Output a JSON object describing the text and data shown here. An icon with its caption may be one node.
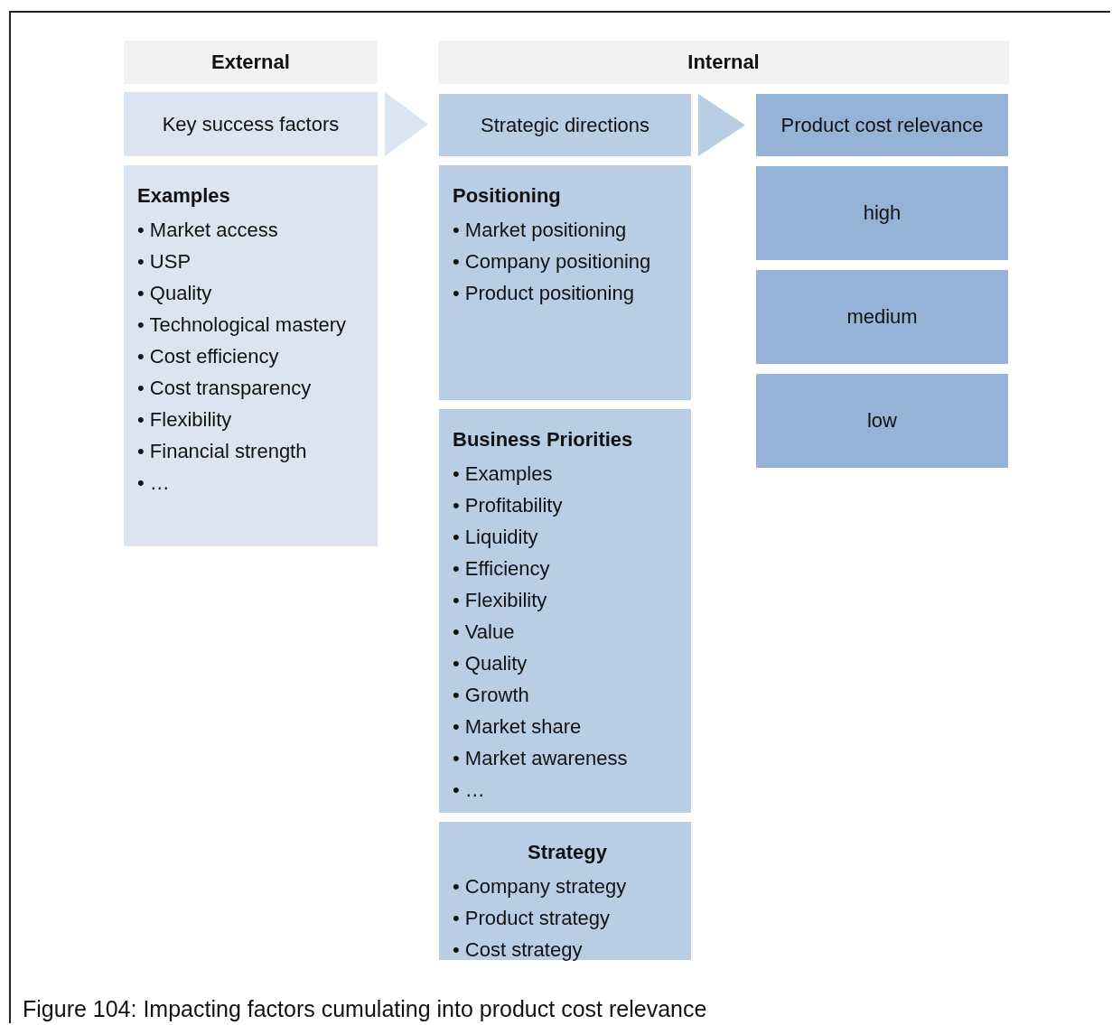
{
  "diagram": {
    "caption": "Figure 104: Impacting factors cumulating into product cost relevance",
    "nodes": [
      {
        "text": [
          "External"
        ]
      },
      {
        "text": [
          "Internal"
        ]
      },
      {
        "text": [
          "Key success factors"
        ]
      },
      {
        "text": [
          "Examples",
          "• Market access",
          "• USP",
          "• Quality",
          "• Technological mastery",
          "• Cost efficiency",
          "• Cost transparency",
          "• Flexibility",
          "• Financial strength",
          "• …"
        ]
      },
      {
        "text": [
          "Strategic directions"
        ]
      },
      {
        "text": [
          "Positioning",
          "• Market positioning",
          "• Company positioning",
          "• Product positioning"
        ]
      },
      {
        "text": [
          "Business Priorities",
          "• Examples",
          "• Profitability",
          "• Liquidity",
          "• Efficiency",
          "• Flexibility",
          "• Value",
          "• Quality",
          "• Growth",
          "• Market share",
          "• Market awareness",
          "• …"
        ]
      },
      {
        "text": [
          "Strategy",
          "• Company strategy",
          "• Product strategy",
          "• Cost strategy"
        ]
      },
      {
        "text": [
          "Product cost relevance"
        ]
      },
      {
        "text": [
          "high"
        ]
      },
      {
        "text": [
          "medium"
        ]
      },
      {
        "text": [
          "low"
        ]
      }
    ],
    "edges": [
      {
        "from": 2,
        "to": 4,
        "arrow": "to"
      },
      {
        "from": 4,
        "to": 8,
        "arrow": "to"
      }
    ]
  }
}
